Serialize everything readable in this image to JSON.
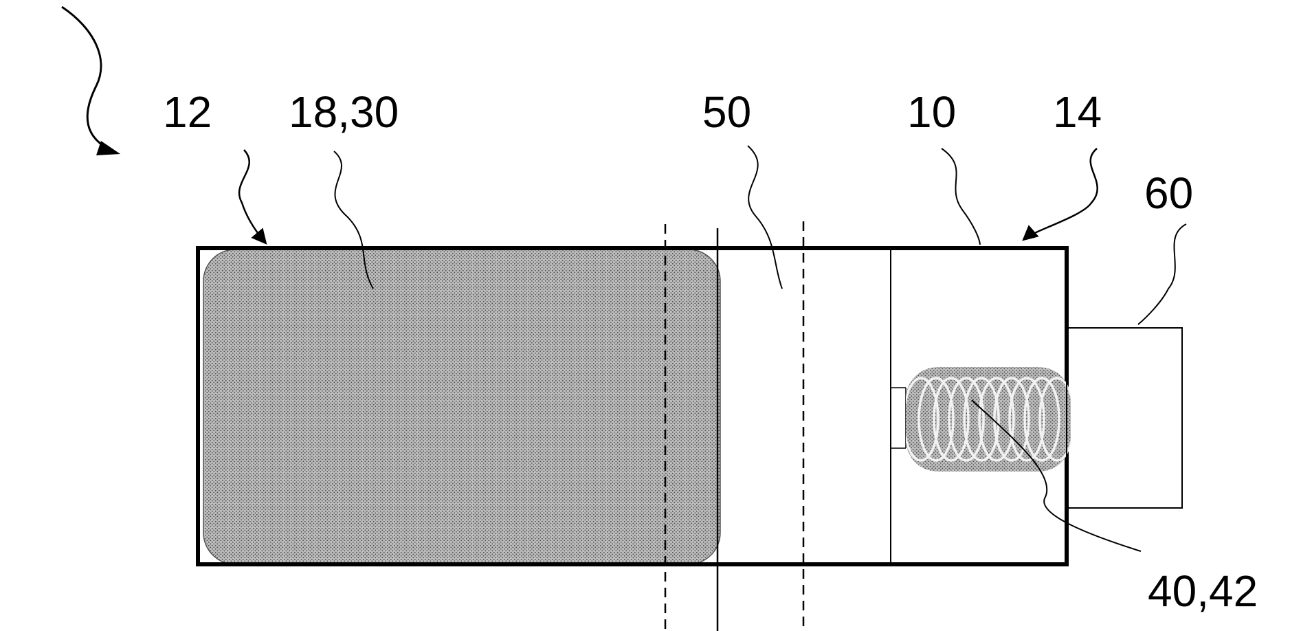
{
  "figure": {
    "labels": {
      "housing_end": "12",
      "absorbent": "18,30",
      "partition": "50",
      "housing": "10",
      "housing_other_end": "14",
      "unit": "60",
      "heater_coil": "40,42"
    },
    "colors": {
      "line": "#000000",
      "stipple_dot": "#222222",
      "background": "#ffffff"
    }
  }
}
